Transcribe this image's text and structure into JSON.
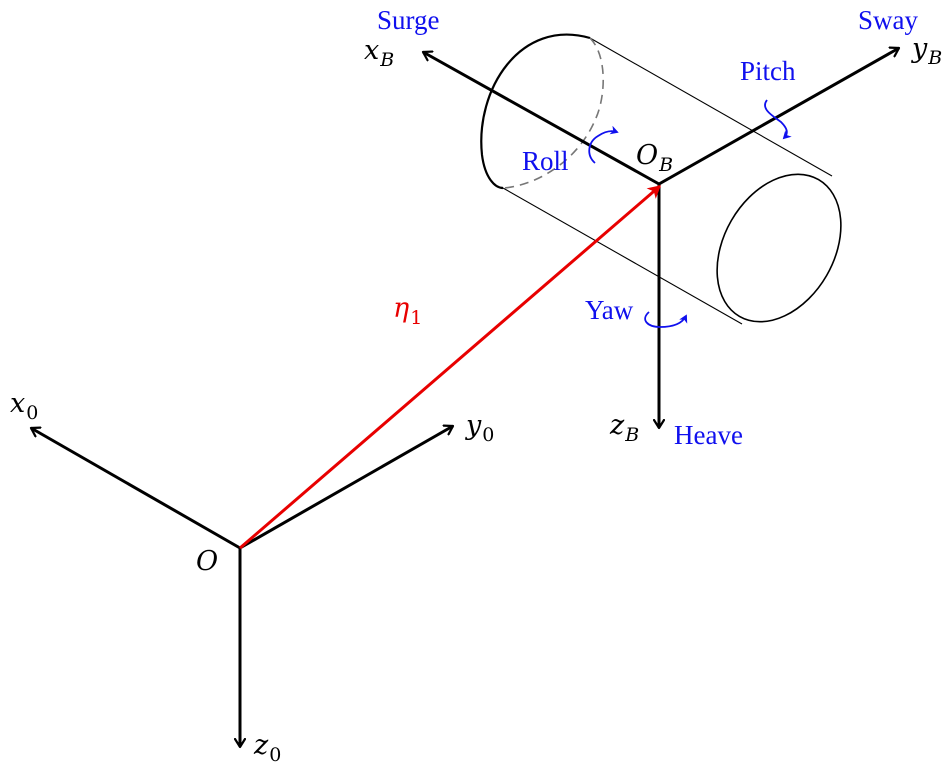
{
  "colors": {
    "axes": "#000000",
    "position_vector": "#e80000",
    "motion_labels": "#1010ee",
    "hidden_edge": "#777777"
  },
  "inertial_frame": {
    "origin": "O",
    "x_axis": {
      "symbol": "x",
      "subscript": "0"
    },
    "y_axis": {
      "symbol": "y",
      "subscript": "0"
    },
    "z_axis": {
      "symbol": "z",
      "subscript": "0"
    }
  },
  "body_frame": {
    "origin": {
      "symbol": "O",
      "subscript": "B"
    },
    "x_axis": {
      "symbol": "x",
      "subscript": "B"
    },
    "y_axis": {
      "symbol": "y",
      "subscript": "B"
    },
    "z_axis": {
      "symbol": "z",
      "subscript": "B"
    }
  },
  "position_vector": {
    "symbol": "η",
    "subscript": "1"
  },
  "motions": {
    "surge": "Surge",
    "sway": "Sway",
    "heave": "Heave",
    "roll": "Roll",
    "pitch": "Pitch",
    "yaw": "Yaw"
  }
}
